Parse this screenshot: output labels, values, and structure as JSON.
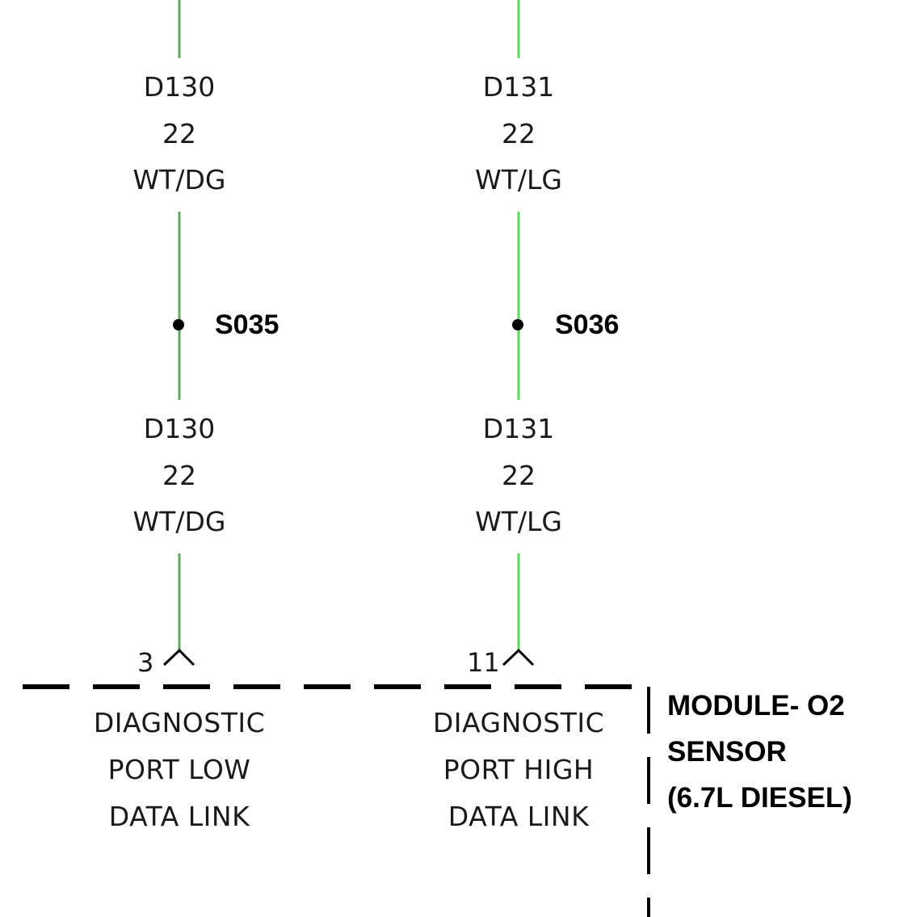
{
  "colors": {
    "dg_wire": "#5fa85f",
    "lg_wire": "#5ed65e",
    "stroke": "#000000",
    "text": "#1a1a1a"
  },
  "circuits": [
    {
      "top": {
        "id": "D130",
        "gauge": "22",
        "color": "WT/DG"
      },
      "splice": "S035",
      "bottom": {
        "id": "D130",
        "gauge": "22",
        "color": "WT/DG"
      },
      "pin": "3",
      "function": [
        "DIAGNOSTIC",
        "PORT LOW",
        "DATA LINK"
      ]
    },
    {
      "top": {
        "id": "D131",
        "gauge": "22",
        "color": "WT/LG"
      },
      "splice": "S036",
      "bottom": {
        "id": "D131",
        "gauge": "22",
        "color": "WT/LG"
      },
      "pin": "11",
      "function": [
        "DIAGNOSTIC",
        "PORT HIGH",
        "DATA LINK"
      ]
    }
  ],
  "module": {
    "name": [
      "MODULE- O2",
      "SENSOR",
      "(6.7L DIESEL)"
    ]
  }
}
